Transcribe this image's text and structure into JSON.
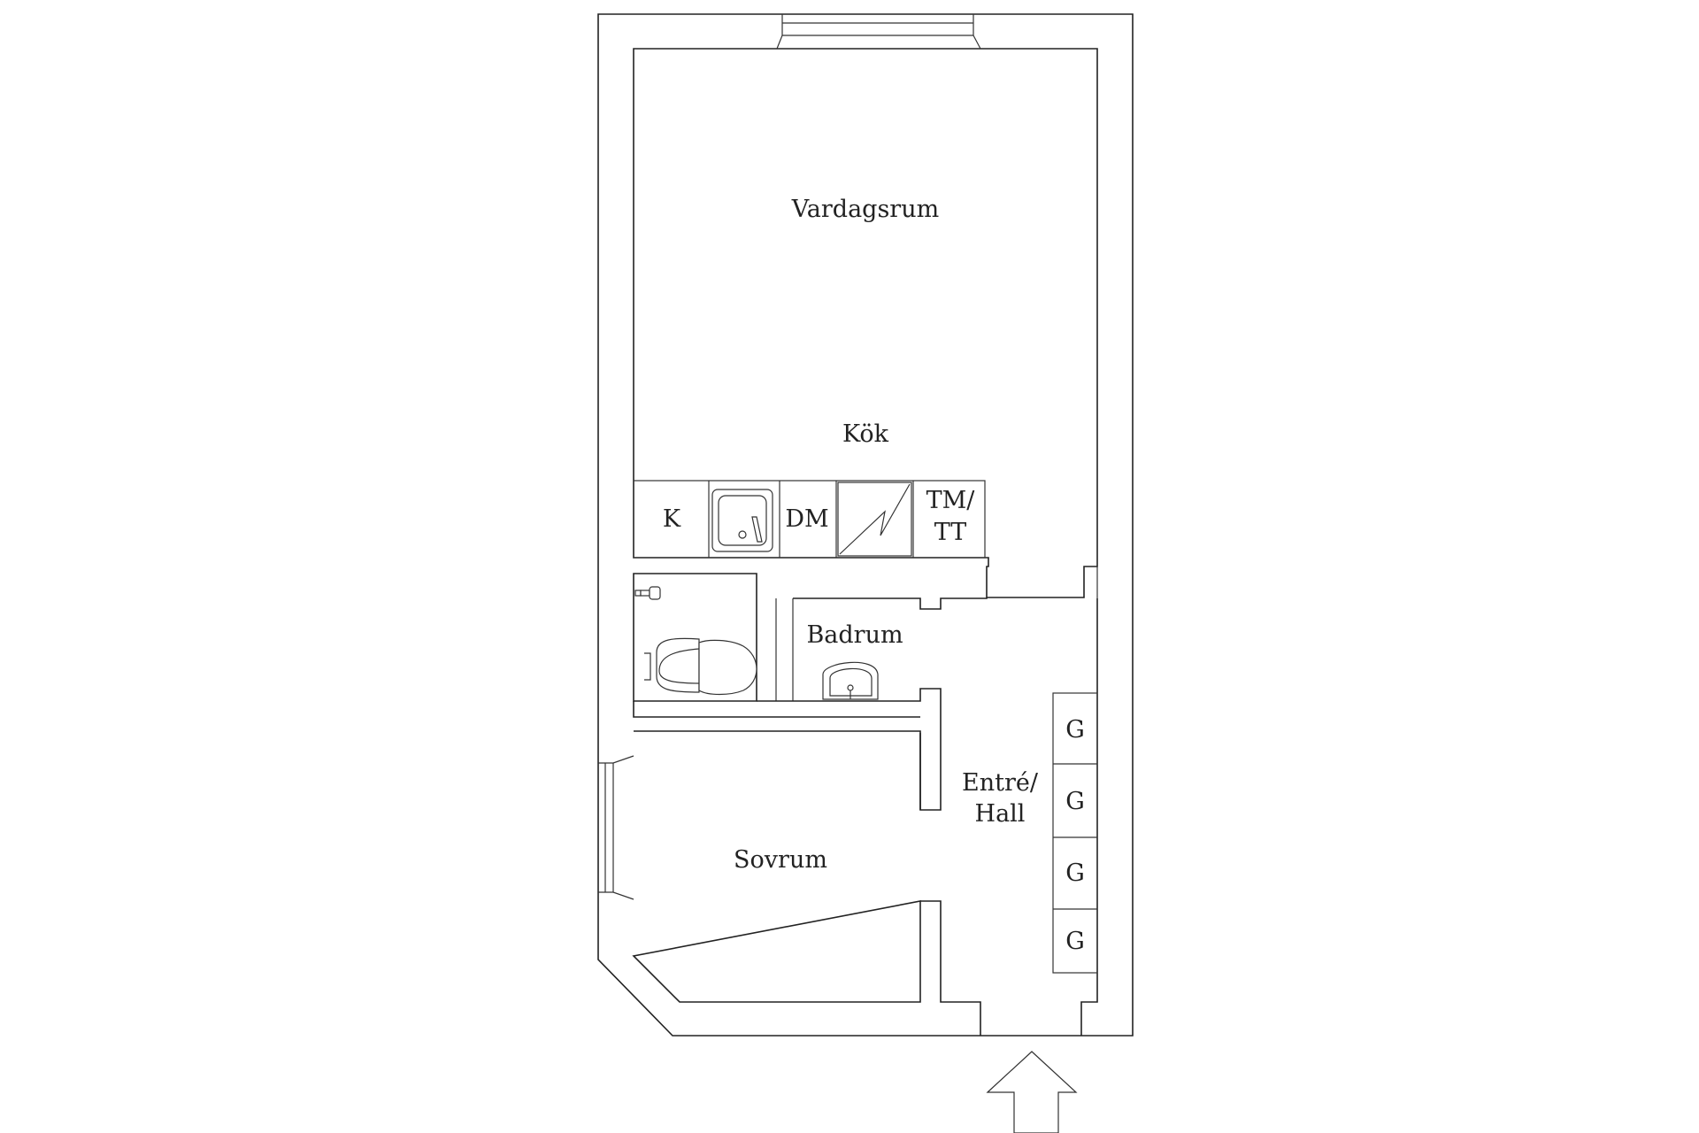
{
  "rooms": {
    "living": "Vardagsrum",
    "kitchen": "Kök",
    "bathroom": "Badrum",
    "bedroom": "Sovrum",
    "hall_line1": "Entré/",
    "hall_line2": "Hall"
  },
  "kitchen_units": {
    "fridge": "K",
    "dishwasher": "DM",
    "washer_line1": "TM/",
    "washer_line2": "TT"
  },
  "wardrobes": [
    "G",
    "G",
    "G",
    "G"
  ]
}
